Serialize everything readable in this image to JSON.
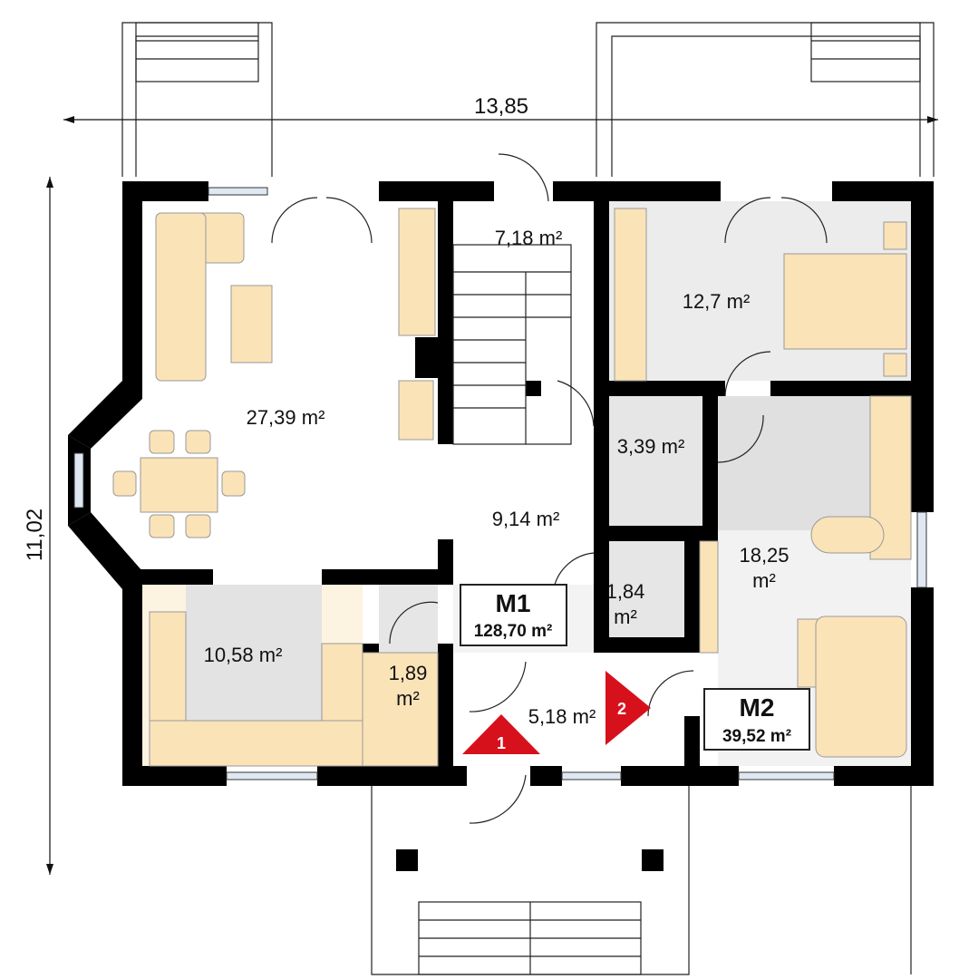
{
  "dimensions": {
    "width": "13,85",
    "depth": "11,02"
  },
  "rooms": {
    "living": "27,39 m²",
    "stair": "7,18 m²",
    "bedroom": "12,7 m²",
    "bath1": "3,39 m²",
    "hall": "9,14 m²",
    "kitchen": "10,58 m²",
    "pantry_num": "1,89",
    "pantry_unit": "m²",
    "wc_num": "1,84",
    "wc_unit": "m²",
    "studio_num": "18,25",
    "studio_unit": "m²",
    "vestibule": "5,18 m²"
  },
  "units": {
    "m1": {
      "name": "M1",
      "area": "128,70 m²"
    },
    "m2": {
      "name": "M2",
      "area": "39,52 m²"
    }
  },
  "entrances": [
    "1",
    "2"
  ],
  "colors": {
    "wall": "#000000",
    "furniture": "#fbe3b8",
    "floor_grey": "#e6e6e6",
    "floor_beige": "#fdf3e1",
    "entrance": "#d7111c"
  }
}
